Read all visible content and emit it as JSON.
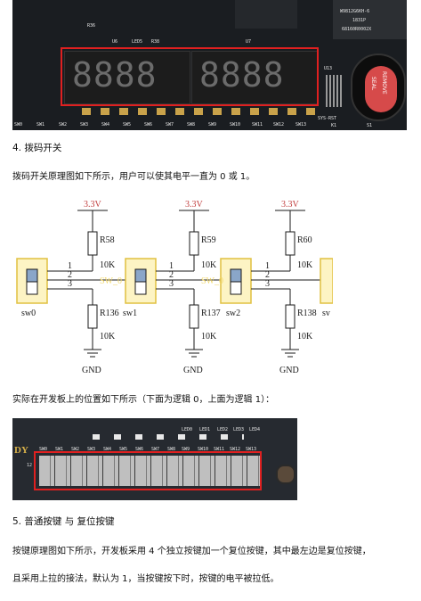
{
  "top_photo": {
    "chip_text": [
      "W9812G6KH-6",
      "1831P",
      "68160R0002X"
    ],
    "labels": {
      "r36": "R36",
      "u6": "U6",
      "leds": "LED5",
      "r38": "R38",
      "u7": "U7",
      "u13": "U13",
      "sys_rst": "SYS-RST",
      "k1": "K1",
      "s1": "S1",
      "remove": "REMOVE",
      "seal": "SEAL"
    },
    "display_left": "8888",
    "display_right": "8888",
    "switch_labels": [
      "SW0",
      "SW1",
      "SW2",
      "SW3",
      "SW4",
      "SW5",
      "SW6",
      "SW7",
      "SW8",
      "SW9",
      "SW10",
      "SW11",
      "SW12",
      "SW13"
    ],
    "highlight_color": "#e02020"
  },
  "section4": {
    "heading": "4. 拨码开关",
    "intro": "拨码开关原理图如下所示，用户可以使其电平一直为 0 或 1。"
  },
  "schematic": {
    "vcc_label": "3.3V",
    "units": [
      {
        "switch": "sw0",
        "top_res": "R58",
        "bottom_res": "R136",
        "value": "10K"
      },
      {
        "switch": "sw1",
        "top_res": "R59",
        "bottom_res": "R137",
        "value": "10K"
      },
      {
        "switch": "sw2",
        "top_res": "R60",
        "bottom_res": "R138",
        "value": "10K"
      }
    ],
    "pins": [
      "1",
      "2",
      "3"
    ],
    "gnd_label": "GND",
    "partial_switch_label": "sv",
    "ghost_label": "SW_0"
  },
  "board_caption": "实际在开发板上的位置如下所示（下面为逻辑 0，上面为逻辑 1）：",
  "board_photo": {
    "logo": "DY",
    "side_label": "12",
    "led_labels": [
      "LED0",
      "LED1",
      "LED2",
      "LED3",
      "LED4"
    ],
    "sw_labels": [
      "SW0",
      "SW1",
      "SW2",
      "SW3",
      "SW4",
      "SW5",
      "SW6",
      "SW7",
      "SW8",
      "SW9",
      "SW10",
      "SW11",
      "SW12",
      "SW13"
    ],
    "highlight_color": "#e02020"
  },
  "section5": {
    "heading": "5. 普通按键 与 复位按键",
    "para1": "按键原理图如下所示，开发板采用 4 个独立按键加一个复位按键，其中最左边是复位按键，",
    "para2": "且采用上拉的接法，默认为 1，当按键按下时，按键的电平被拉低。"
  }
}
